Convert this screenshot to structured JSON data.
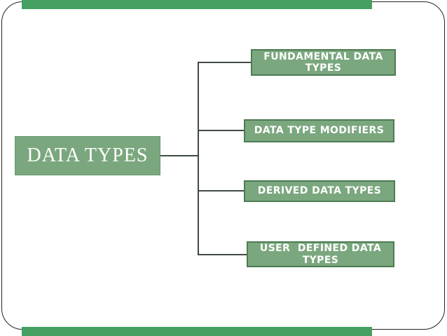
{
  "slide": {
    "root": {
      "label": "DATA TYPES"
    },
    "nodes": [
      {
        "label": "FUNDAMENTAL DATA TYPES"
      },
      {
        "label": "DATA TYPE MODIFIERS"
      },
      {
        "label": "DERIVED DATA TYPES"
      },
      {
        "label": "USER  DEFINED DATA TYPES"
      }
    ],
    "colors": {
      "accent_bar": "#45a061",
      "node_fill": "#7ba77e",
      "node_border": "#4d7b52",
      "node_text": "#ffffff",
      "connector": "#3f4a41",
      "frame_border": "#222222",
      "background": "#ffffff"
    }
  }
}
